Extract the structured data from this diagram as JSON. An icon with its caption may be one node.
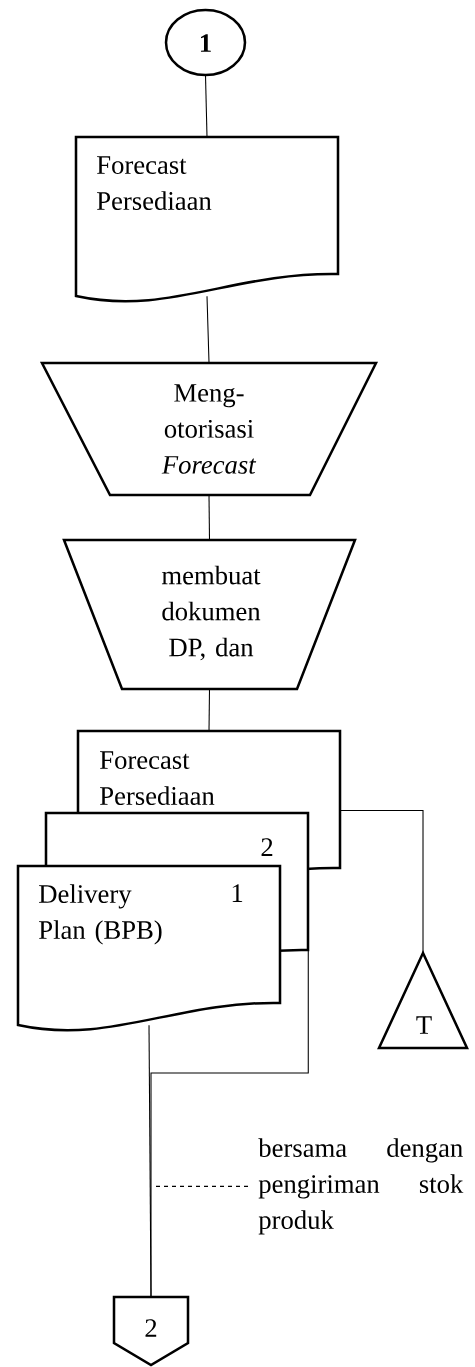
{
  "diagram": {
    "nodes": [
      {
        "text": [
          "1"
        ]
      },
      {
        "text": [
          "Forecast Persediaan"
        ]
      },
      {
        "text": [
          "Meng- otorisasi *Forecast*"
        ]
      },
      {
        "text": [
          "membuat dokumen DP, dan"
        ]
      },
      {
        "text": [
          "Forecast Persediaan"
        ]
      },
      {
        "text": [
          "2"
        ]
      },
      {
        "text": [
          "Delivery Plan (BPB)",
          "1"
        ]
      },
      {
        "text": [
          "T"
        ]
      },
      {
        "text": [
          "2"
        ]
      },
      {
        "text": [
          "bersama dengan pengiriman stok produk"
        ]
      }
    ],
    "edges": [
      {
        "from": 0,
        "to": 1,
        "arrow": "none"
      },
      {
        "from": 1,
        "to": 2,
        "arrow": "none"
      },
      {
        "from": 2,
        "to": 3,
        "arrow": "none"
      },
      {
        "from": 3,
        "to": 4,
        "arrow": "none"
      },
      {
        "from": 4,
        "to": 7,
        "arrow": "none"
      },
      {
        "from": 6,
        "to": 8,
        "arrow": "none"
      },
      {
        "from": 5,
        "to": 8,
        "arrow": "none"
      },
      {
        "from": 9,
        "to": null,
        "arrow": "none",
        "style": "dashed"
      }
    ]
  }
}
